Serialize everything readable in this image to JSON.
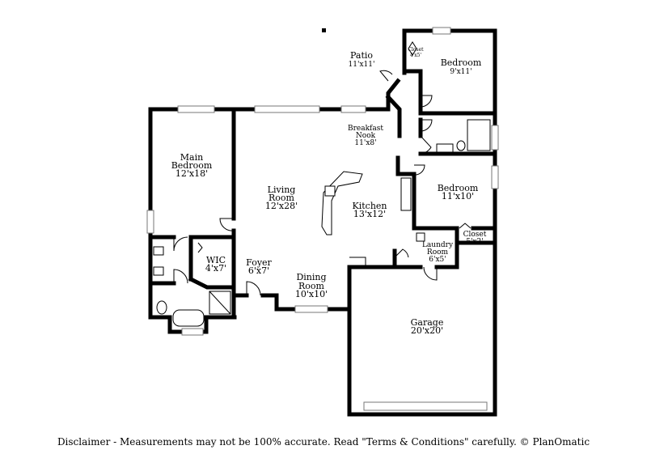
{
  "rooms": {
    "patio": {
      "name": "Patio",
      "dim": "11'x11'"
    },
    "bedroom_ne": {
      "name": "Bedroom",
      "dim": "9'x11'"
    },
    "closet_ne": {
      "name": "Closet",
      "dim": "4'x5'"
    },
    "breakfast_nook": {
      "line1": "Breakfast",
      "line2": "Nook",
      "dim": "11'x8'"
    },
    "main_bedroom": {
      "line1": "Main",
      "line2": "Bedroom",
      "dim": "12'x18'"
    },
    "living_room": {
      "line1": "Living",
      "line2": "Room",
      "dim": "12'x28'"
    },
    "kitchen": {
      "name": "Kitchen",
      "dim": "13'x12'"
    },
    "bedroom_e": {
      "name": "Bedroom",
      "dim": "11'x10'"
    },
    "closet_e": {
      "name": "Closet",
      "dim": "5'x2'"
    },
    "laundry": {
      "line1": "Laundry",
      "line2": "Room",
      "dim": "6'x5'"
    },
    "wic": {
      "name": "WIC",
      "dim": "4'x7'"
    },
    "foyer": {
      "name": "Foyer",
      "dim": "6'x7'"
    },
    "dining": {
      "line1": "Dining",
      "line2": "Room",
      "dim": "10'x10'"
    },
    "garage": {
      "name": "Garage",
      "dim": "20'x20'"
    }
  },
  "disclaimer": "Disclaimer - Measurements may not be 100% accurate. Read \"Terms & Conditions\" carefully. © PlanOmatic"
}
